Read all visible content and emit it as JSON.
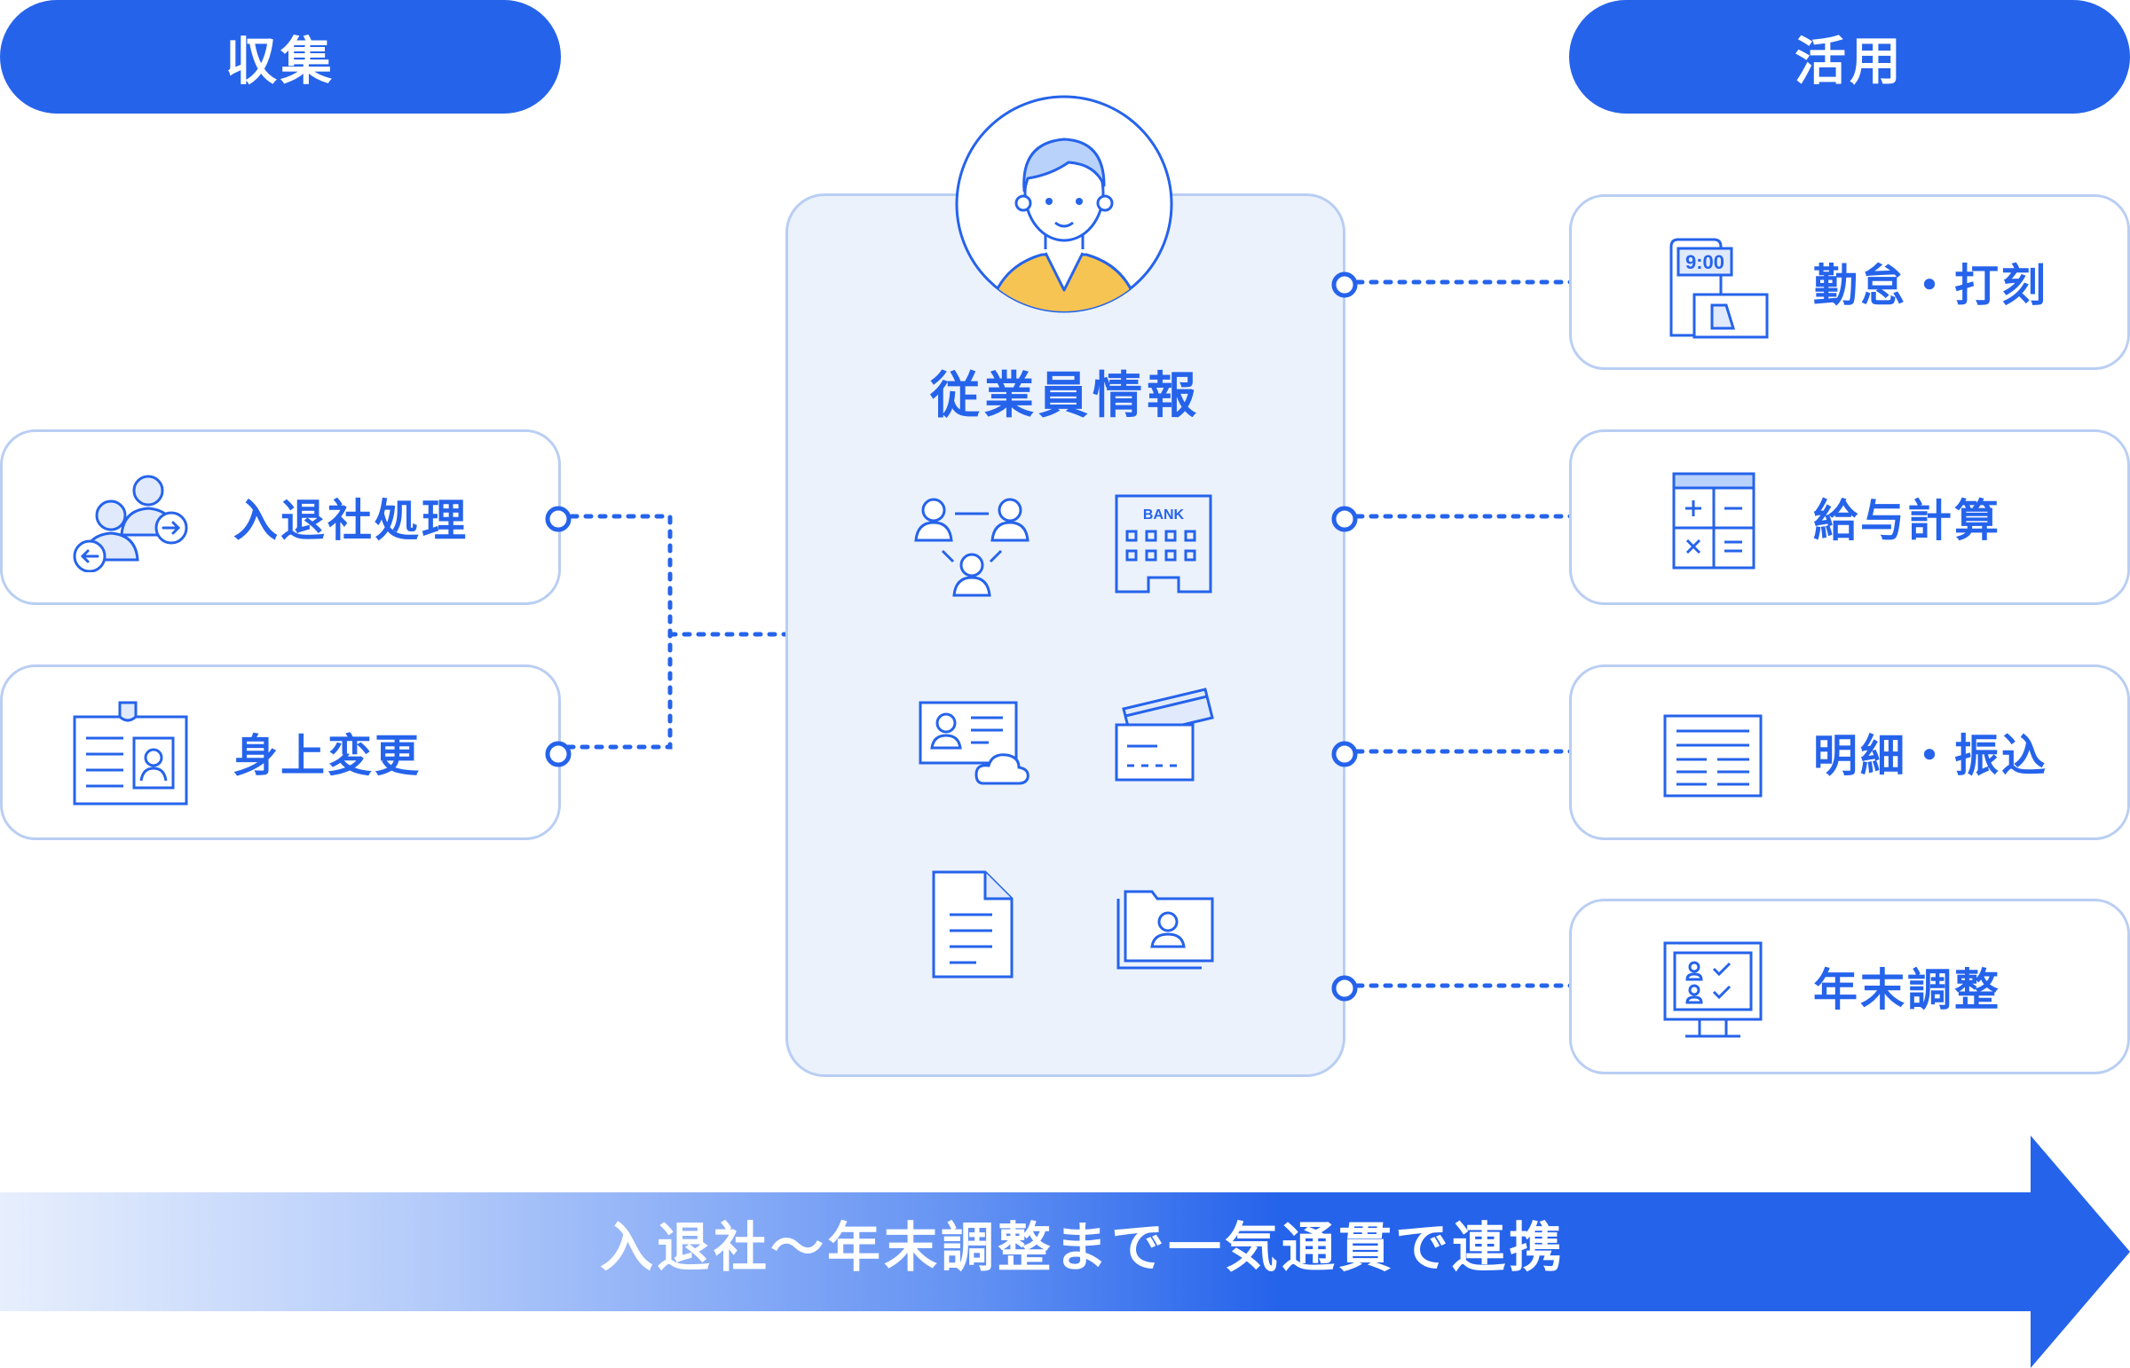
{
  "header": {
    "collect": "収集",
    "use": "活用"
  },
  "left": [
    {
      "label": "入退社処理",
      "icon": "employee-transfer-icon"
    },
    {
      "label": "身上変更",
      "icon": "id-card-badge-icon"
    }
  ],
  "center": {
    "title": "従業員情報",
    "icons": [
      "family-icon",
      "bank-icon",
      "profile-cloud-icon",
      "credit-card-icon",
      "document-icon",
      "employee-folder-icon"
    ],
    "bank_text": "BANK"
  },
  "right": [
    {
      "label": "勤怠・打刻",
      "icon": "time-clock-icon",
      "clock_text": "9:00"
    },
    {
      "label": "給与計算",
      "icon": "calculator-icon"
    },
    {
      "label": "明細・振込",
      "icon": "payslip-icon"
    },
    {
      "label": "年末調整",
      "icon": "checklist-monitor-icon"
    }
  ],
  "banner": {
    "text": "入退社〜年末調整まで一気通貫で連携"
  },
  "colors": {
    "primary": "#2563eb",
    "border": "#b9cef3",
    "panel": "#ebf2fc",
    "accent_yellow": "#f6c452"
  }
}
